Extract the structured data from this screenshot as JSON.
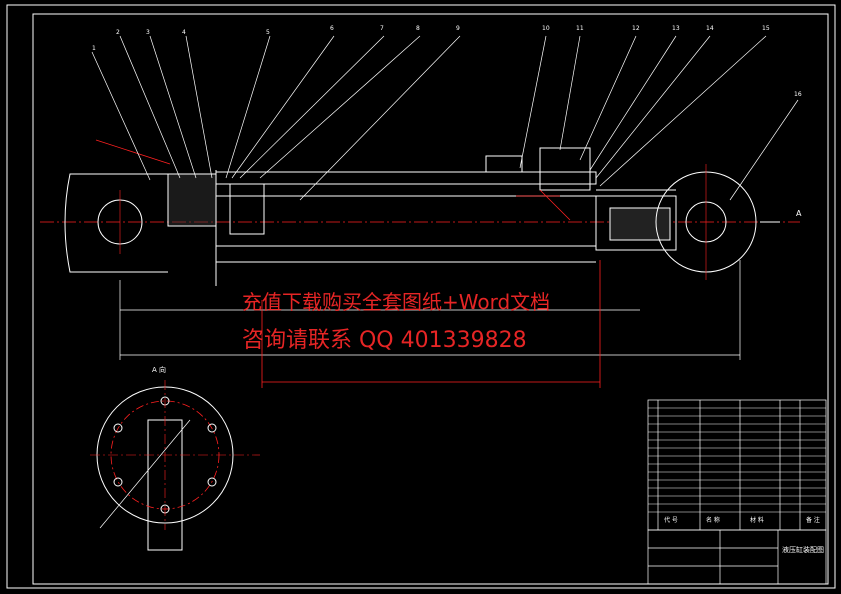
{
  "view_label": "A 向",
  "section_label": "A",
  "part_numbers": [
    "1",
    "2",
    "3",
    "4",
    "5",
    "6",
    "7",
    "8",
    "9",
    "10",
    "11",
    "12",
    "13",
    "14",
    "15",
    "16"
  ],
  "watermark": {
    "line1": "充值下载购买全套图纸+Word文档",
    "line2": "咨询请联系 QQ 401339828"
  },
  "title_block": {
    "drawing_title": "液压缸装配图",
    "col_seq": "代 号",
    "col_name": "名 称",
    "col_material": "材 料",
    "col_note": "备 注"
  },
  "colors": {
    "outline": "#ffffff",
    "dim": "#ff2020",
    "center": "#ff2020"
  }
}
